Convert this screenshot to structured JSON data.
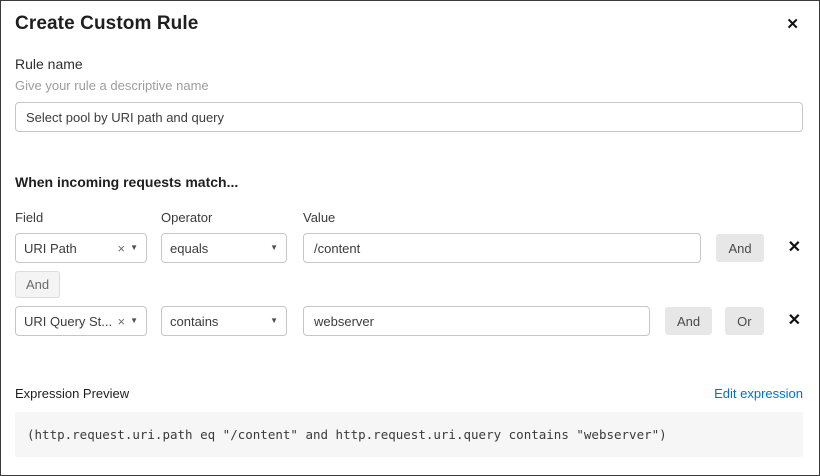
{
  "colors": {
    "link": "#0073bb",
    "conjunction_button_bg": "#e7e7e7",
    "code_background": "#f6f6f6",
    "border": "#c6c6c6"
  },
  "icons": {
    "close": "✕",
    "clear": "×",
    "caret": "▼",
    "remove": "✕"
  },
  "modal": {
    "title": "Create Custom Rule"
  },
  "rule_name": {
    "label": "Rule name",
    "hint": "Give your rule a descriptive name",
    "value": "Select pool by URI path and query"
  },
  "match": {
    "heading": "When incoming requests match...",
    "columns": {
      "field": "Field",
      "operator": "Operator",
      "value": "Value"
    },
    "connector": "And",
    "rows": [
      {
        "field": "URI Path",
        "operator": "equals",
        "value": "/content",
        "and_label": "And"
      },
      {
        "field": "URI Query St...",
        "operator": "contains",
        "value": "webserver",
        "and_label": "And",
        "or_label": "Or"
      }
    ]
  },
  "expression": {
    "label": "Expression Preview",
    "edit_link": "Edit expression",
    "code": "(http.request.uri.path eq \"/content\" and http.request.uri.query contains \"webserver\")"
  }
}
